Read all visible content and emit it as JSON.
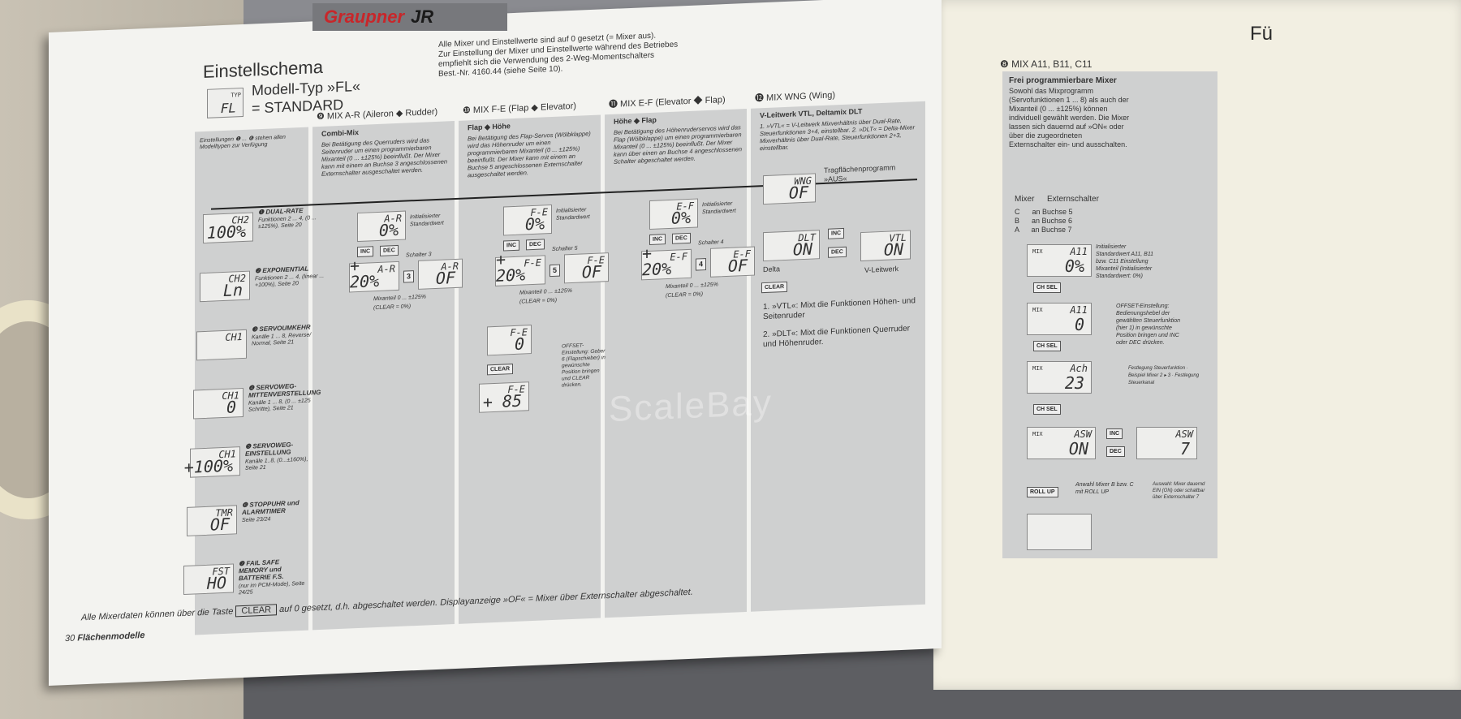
{
  "logo": {
    "brand": "Graupner",
    "suffix": "JR"
  },
  "header": {
    "title": "Einstellschema",
    "typ_label": "TYP",
    "typ_value": "FL",
    "subtitle": "Modell-Typ »FL«",
    "subtitle2": "= STANDARD",
    "intro": [
      "Alle Mixer und Einstellwerte sind auf 0 gesetzt (= Mixer aus).",
      "Zur Einstellung der Mixer und Einstellwerte während des Betriebes",
      "empfiehlt sich die Verwendung des 2-Weg-Momentschalters",
      "Best.-Nr. 4160.44 (siehe Seite 10)."
    ]
  },
  "col0": {
    "note": "Einstellungen ❶ ... ❻ stehen allen Modelltypen zur Verfügung",
    "items": [
      {
        "top": "CH2",
        "val": "100%",
        "label": "❶ DUAL-RATE",
        "desc": "Funktionen 2 ... 4, (0 ... ±125%), Seite 20"
      },
      {
        "top": "CH2",
        "val": "Ln",
        "label": "❷ EXPONENTIAL",
        "desc": "Funktionen 2 ... 4, (linear ... +100%), Seite 20"
      },
      {
        "top": "CH1",
        "val": "",
        "label": "❸ SERVOUMKEHR",
        "desc": "Kanäle 1 ... 8, Reverse/ Normal, Seite 21"
      },
      {
        "top": "CH1",
        "val": "0",
        "label": "❹ SERVOWEG-MITTENVERSTELLUNG",
        "desc": "Kanäle 1 ... 8, (0 ... ±125 Schritte), Seite 21"
      },
      {
        "top": "CH1",
        "val": "+100%",
        "label": "❺ SERVOWEG-EINSTELLUNG",
        "desc": "Kanäle 1..8, (0...±160%), Seite 21"
      },
      {
        "top": "TMR",
        "val": "OF",
        "label": "❻ STOPPUHR und ALARMTIMER",
        "desc": "Seite 23/24"
      },
      {
        "top": "FST",
        "val": "HO",
        "label": "❼ FAIL SAFE MEMORY und BATTERIE F.S.",
        "desc": "(nur im PCM-Mode), Seite 24/25"
      }
    ]
  },
  "sections": [
    {
      "head": "❾ MIX A-R (Aileron ◆ Rudder)",
      "sub": "Combi-Mix",
      "text": "Bei Betätigung des Querruders wird das Seitenruder um einen programmierbaren Mixanteil (0 ... ±125%) beeinflußt. Der Mixer kann mit einem an Buchse 3 angeschlossenen Externschalter ausgeschaltet werden.",
      "mix": "A-R",
      "init": "0%",
      "set": "+ 20%",
      "off": "OF",
      "switch": "Schalter 3",
      "sw": "3"
    },
    {
      "head": "❿ MIX F-E (Flap ◆ Elevator)",
      "sub": "Flap ◆ Höhe",
      "text": "Bei Betätigung des Flap-Servos (Wölbklappe) wird das Höhenruder um einen programmierbaren Mixanteil (0 ... ±125%) beeinflußt. Der Mixer kann mit einem an Buchse 5 angeschlossenen Externschalter ausgeschaltet werden.",
      "mix": "F-E",
      "init": "0%",
      "set": "+ 20%",
      "off": "OF",
      "switch": "Schalter 5",
      "sw": "5",
      "offset": "0",
      "offset2": "+ 85",
      "offset_text": "OFFSET-Einstellung: Geber 6 (Flapschieber) in gewünschte Position bringen und CLEAR drücken."
    },
    {
      "head": "⓫ MIX E-F (Elevator ◆ Flap)",
      "sub": "Höhe ◆ Flap",
      "text": "Bei Betätigung des Höhenruderservos wird das Flap (Wölbklappe) um einen programmierbaren Mixanteil (0 ... ±125%) beeinflußt. Der Mixer kann über einen an Buchse 4 angeschlossenen Schalter abgeschaltet werden.",
      "mix": "E-F",
      "init": "0%",
      "set": "+ 20%",
      "off": "OF",
      "switch": "Schalter 4",
      "sw": "4"
    },
    {
      "head": "⓬ MIX WNG (Wing)",
      "sub": "V-Leitwerk VTL, Deltamix DLT",
      "text": "1. »VTL« = V-Leitwerk Mixverhältnis über Dual-Rate, Steuerfunktionen 3+4, einstellbar. 2. »DLT« = Delta-Mixer Mixverhältnis über Dual-Rate, Steuerfunktionen 2+3, einstellbar."
    }
  ],
  "common": {
    "init_label": "Initialisierter Standardwert",
    "mixanteil": "Mixanteil 0 ... ±125%",
    "clear_note": "(CLEAR = 0%)",
    "inc": "INC",
    "dec": "DEC",
    "clear": "CLEAR",
    "chsel": "CH SEL",
    "mix": "MIX"
  },
  "wng": {
    "top": "WNG",
    "val": "OF",
    "note": "Tragflächenprogramm »AUS«",
    "dlt": "DLT",
    "dlt_val": "ON",
    "vtl": "VTL",
    "vtl_val": "ON",
    "delta": "Delta",
    "vleit": "V-Leitwerk",
    "n1": "1. »VTL«: Mixt die Funktionen Höhen- und Seitenruder",
    "n2": "2. »DLT«: Mixt die Funktionen Querruder und Höhenruder."
  },
  "right": {
    "corner": "Fü",
    "head": "❽ MIX A11, B11, C11",
    "sub": "Frei programmierbare Mixer",
    "text": "Sowohl das Mixprogramm (Servofunktionen 1 ... 8) als auch der Mixanteil (0 ... ±125%) können individuell gewählt werden. Die Mixer lassen sich dauernd auf »ON« oder über die zugeordneten Externschalter ein- und ausschalten.",
    "table_head": [
      "Mixer",
      "Externschalter"
    ],
    "rows": [
      [
        "C",
        "an Buchse 5"
      ],
      [
        "B",
        "an Buchse 6"
      ],
      [
        "A",
        "an Buchse 7"
      ]
    ],
    "lcds": [
      {
        "top": "A11",
        "val": "0%",
        "note": "Initialisierter Standardwert A11, B11 bzw. C11 Einstellung Mixanteil (Initialisierter Standardwert: 0%)"
      },
      {
        "top": "A11",
        "val": "0",
        "note": "OFFSET-Einstellung: Bedienungshebel der gewählten Steuerfunktion (hier 1) in gewünschte Position bringen und INC oder DEC drücken."
      },
      {
        "top": "Ach",
        "val": "23",
        "note": "Festlegung Steuerfunktion · Beispiel Mixer 2 ▸ 3 · Festlegung Steuerkanal"
      },
      {
        "top": "ASW",
        "val": "ON",
        "note": ""
      }
    ],
    "asw2": "7",
    "rollup": "ROLL UP",
    "anwahl": "Anwahl Mixer B bzw. C mit ROLL UP",
    "auswahl": "Auswahl: Mixer dauernd EIN (ON) oder schaltbar über Externschalter 7"
  },
  "footer": {
    "a": "Alle Mixerdaten können über die Taste",
    "clear": "CLEAR",
    "b": "auf 0 gesetzt, d.h. abgeschaltet werden. Displayanzeige »OF« = Mixer über Externschalter abgeschaltet.",
    "page": "30",
    "section": "Flächenmodelle"
  },
  "watermark": "ScaleBay"
}
